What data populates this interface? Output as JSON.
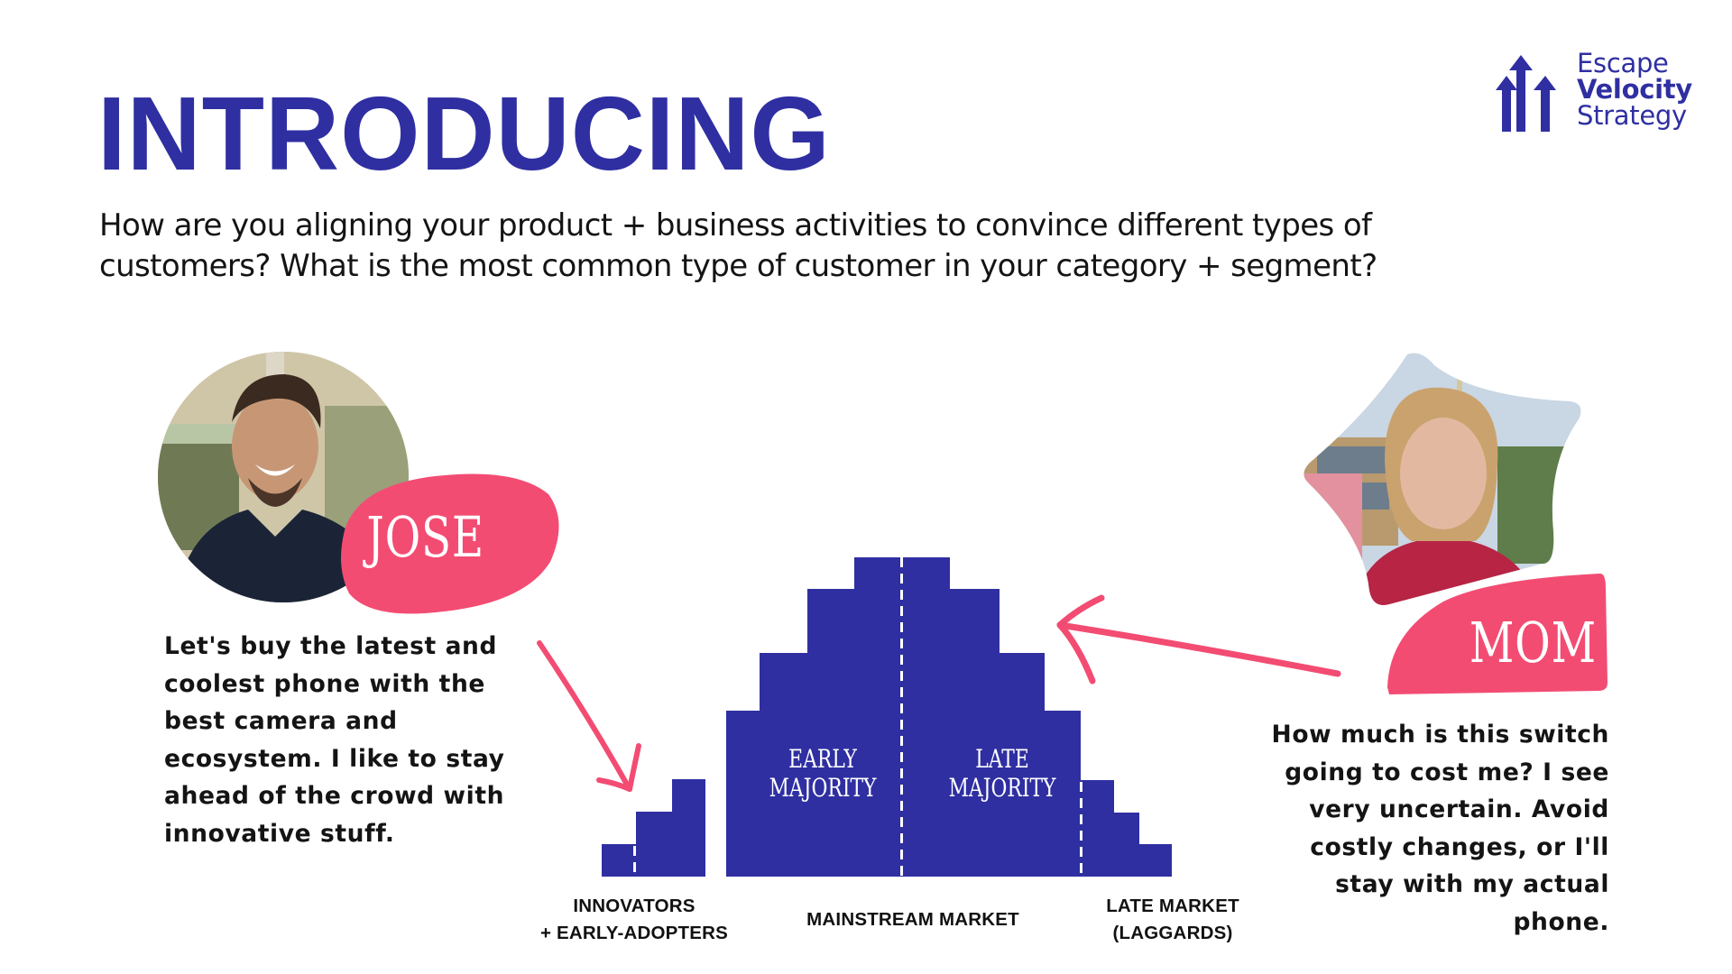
{
  "header": {
    "title": "INTRODUCING",
    "subtitle": "How are you aligning your product + business activities to convince different types of customers?  What is the most common type of customer in your category + segment?"
  },
  "logo": {
    "line1": "Escape",
    "line2": "Velocity",
    "line3": "Strategy",
    "icon": "three-up-arrows-icon"
  },
  "personas": [
    {
      "name": "JOSE",
      "photo_shape": "circle",
      "quote": "Let's buy the latest and coolest phone with the best camera and ecosystem. I like to stay ahead of the crowd with innovative stuff.",
      "arrow_points_to": "INNOVATORS + EARLY-ADOPTERS"
    },
    {
      "name": "MOM",
      "photo_shape": "star",
      "quote": "How much is this switch going to cost me? I see very uncertain. Avoid costly changes, or I'll stay with my actual phone.",
      "arrow_points_to": "LATE MAJORITY"
    }
  ],
  "chart": {
    "segments": {
      "early_majority_line1": "EARLY",
      "early_majority_line2": "MAJORITY",
      "late_majority_line1": "LATE",
      "late_majority_line2": "MAJORITY"
    },
    "axis_labels": {
      "innovators_line1": "INNOVATORS",
      "innovators_line2": "+ EARLY-ADOPTERS",
      "mainstream": "MAINSTREAM MARKET",
      "late_line1": "LATE MARKET",
      "late_line2": "(LAGGARDS)"
    }
  },
  "colors": {
    "brand_blue": "#2f2fa2",
    "accent_pink": "#f34c72",
    "text": "#141414"
  }
}
